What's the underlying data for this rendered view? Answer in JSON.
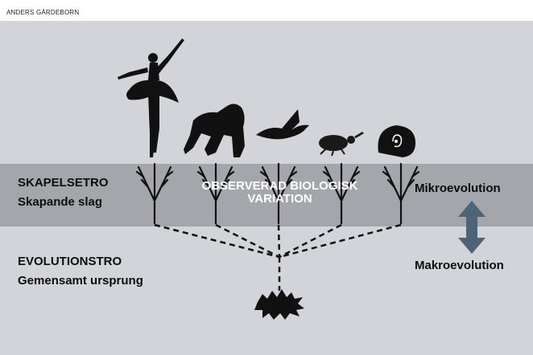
{
  "header": {
    "author": "ANDERS GÄRDEBORN"
  },
  "creation": {
    "title": "SKAPELSETRO",
    "subtitle": "Skapande slag"
  },
  "evolution": {
    "title": "EVOLUTIONSTRO",
    "subtitle": "Gemensamt ursprung"
  },
  "variation": {
    "label": "OBSERVERAD BIOLOGISK VARIATION"
  },
  "scale": {
    "micro": "Mikroevolution",
    "macro": "Makroevolution"
  },
  "colors": {
    "band": "#a4a6ac",
    "background": "#d3d4d9",
    "arrow": "#4c6576",
    "silhouette": "#111111"
  },
  "icons": [
    "ballerina-icon",
    "gorilla-icon",
    "bird-icon",
    "beetle-icon",
    "snail-icon",
    "common-ancestor-icon"
  ]
}
